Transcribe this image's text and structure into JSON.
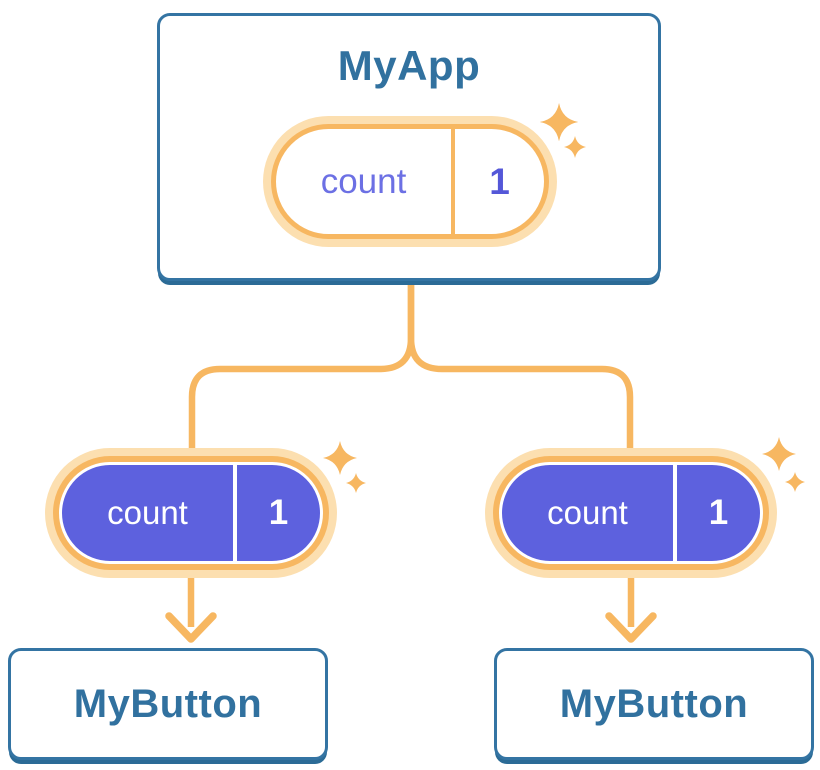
{
  "diagram": {
    "root": {
      "title": "MyApp",
      "state": {
        "name": "count",
        "value": "1"
      }
    },
    "children": [
      {
        "title": "MyButton",
        "prop": {
          "name": "count",
          "value": "1"
        }
      },
      {
        "title": "MyButton",
        "prop": {
          "name": "count",
          "value": "1"
        }
      }
    ],
    "icons": {
      "sparkle": "sparkle-icon",
      "arrow_down": "arrow-down-icon",
      "fork": "fork-connector"
    },
    "colors": {
      "accent_orange": "#f7b761",
      "orange_glow": "#fcdfb0",
      "pill_purple": "#5d61de",
      "card_border_blue": "#3474a3",
      "card_shadow_blue": "#2b6b96",
      "title_blue": "#31719f",
      "state_name_indigo": "#6c70e4",
      "state_value_indigo": "#5457d8",
      "card_background": "#ffffff"
    }
  }
}
